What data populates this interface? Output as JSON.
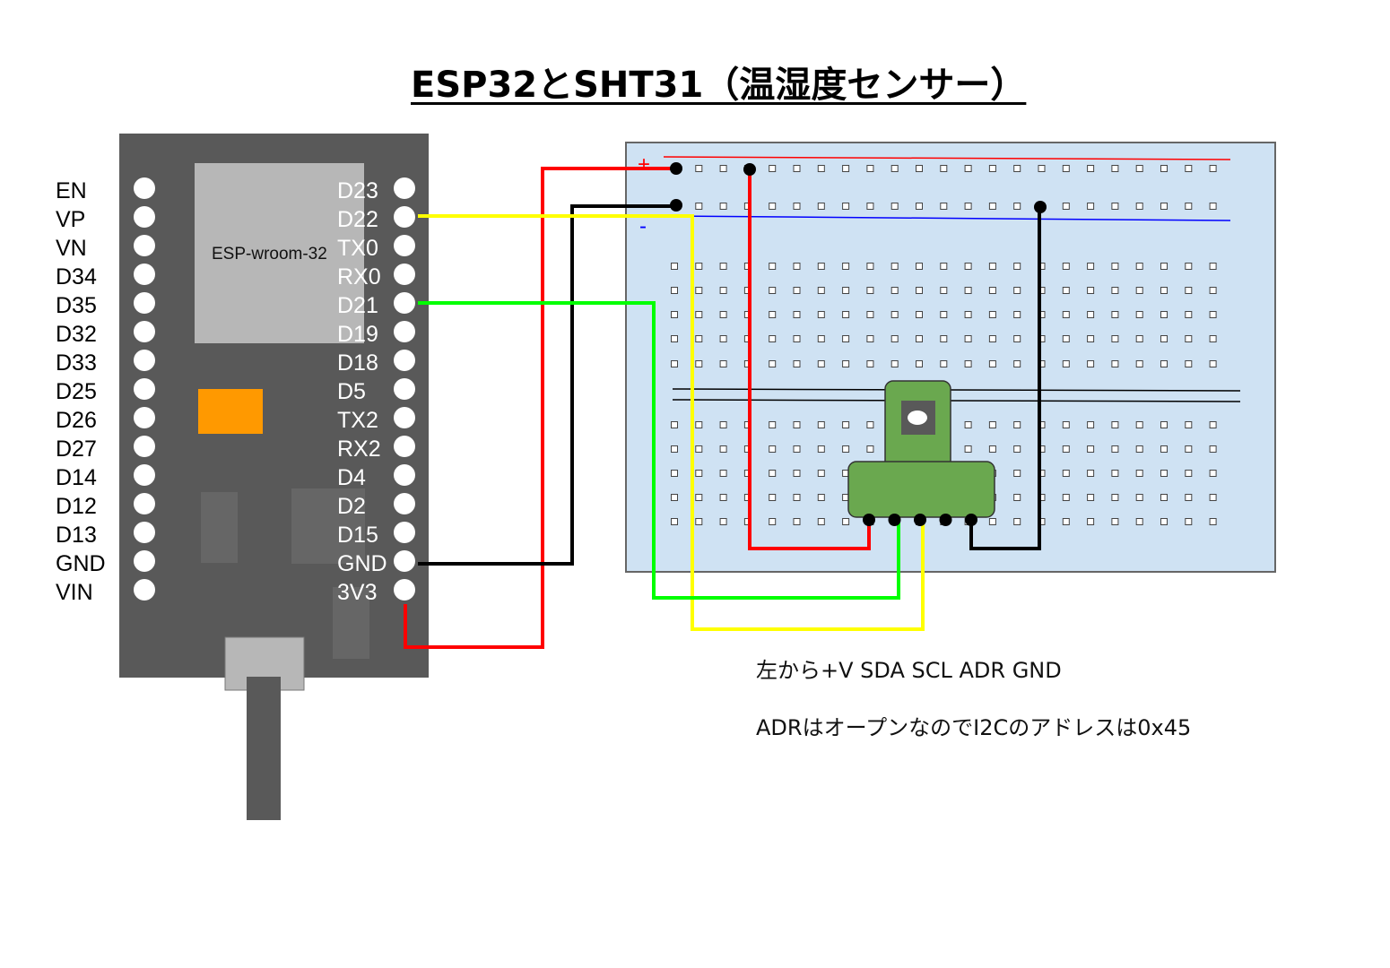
{
  "title": "ESP32とSHT31（温湿度センサー）",
  "board": {
    "module_label": "ESP-wroom-32",
    "left_pins": [
      "EN",
      "VP",
      "VN",
      "D34",
      "D35",
      "D32",
      "D33",
      "D25",
      "D26",
      "D27",
      "D14",
      "D12",
      "D13",
      "GND",
      "VIN"
    ],
    "right_pins": [
      "D23",
      "D22",
      "TX0",
      "RX0",
      "D21",
      "D19",
      "D18",
      "D5",
      "TX2",
      "RX2",
      "D4",
      "D2",
      "D15",
      "GND",
      "3V3"
    ]
  },
  "breadboard": {
    "plus_label": "+",
    "minus_label": "-"
  },
  "sensor": {
    "pins": [
      "+V",
      "SDA",
      "SCL",
      "ADR",
      "GND"
    ]
  },
  "notes": {
    "pin_order": "左から+V SDA SCL ADR GND",
    "address": "ADRはオープンなのでI2Cのアドレスは0x45"
  },
  "colors": {
    "vcc_wire": "#ff0000",
    "gnd_wire": "#000000",
    "scl_wire": "#ffff00",
    "sda_wire": "#00ff00",
    "board": "#595959",
    "breadboard": "#cfe2f3",
    "sensor": "#6aa84f",
    "led": "#ff9900"
  },
  "wires": [
    {
      "name": "3v3-to-plus-rail",
      "color": "vcc_wire"
    },
    {
      "name": "gnd-to-minus-rail",
      "color": "gnd_wire"
    },
    {
      "name": "d22-to-scl",
      "color": "scl_wire"
    },
    {
      "name": "d21-to-sda",
      "color": "sda_wire"
    },
    {
      "name": "plus-rail-to-sensor-vcc",
      "color": "vcc_wire"
    },
    {
      "name": "minus-rail-to-sensor-gnd",
      "color": "gnd_wire"
    }
  ]
}
